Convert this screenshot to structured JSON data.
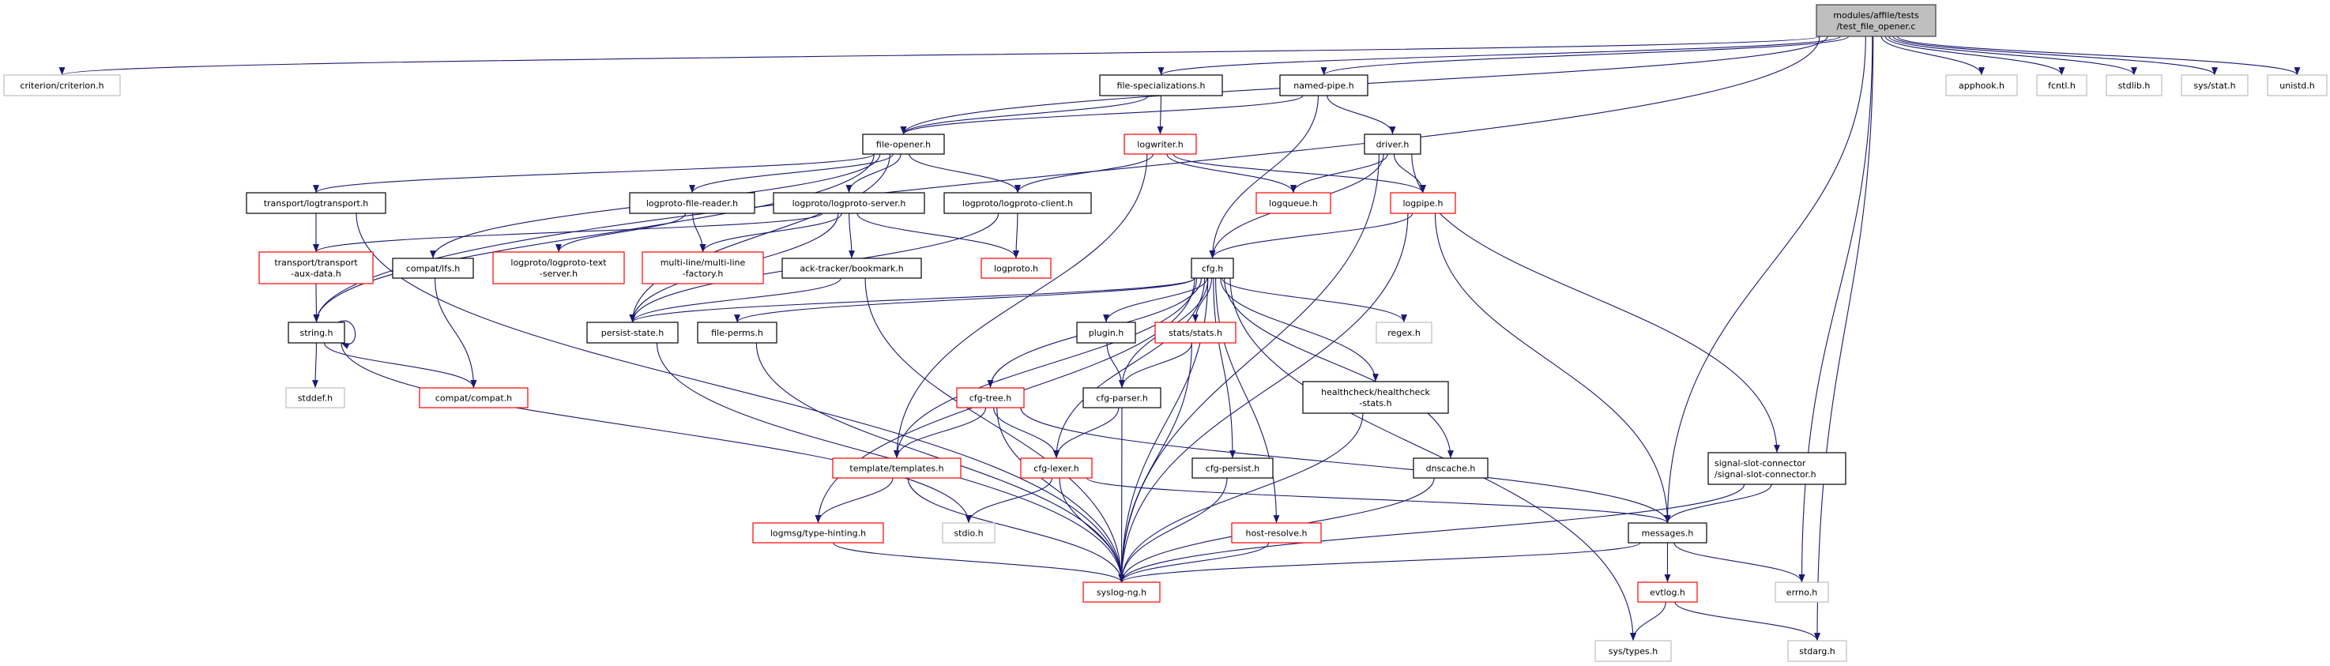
{
  "title": "modules/affile/tests/test_file_opener.c",
  "colors": {
    "edge": "#191970",
    "documented_border": "#000000",
    "red_border": "#ff0000",
    "external_border": "#bfbfbf",
    "root_fill": "#bfbfbf"
  },
  "nodes": [
    {
      "id": "root",
      "label": [
        "modules/affile/tests",
        "/test_file_opener.c"
      ],
      "style": "root"
    },
    {
      "id": "criterion",
      "label": [
        "criterion/criterion.h"
      ],
      "style": "external"
    },
    {
      "id": "fspec",
      "label": [
        "file-specializations.h"
      ],
      "style": "documented"
    },
    {
      "id": "npipe",
      "label": [
        "named-pipe.h"
      ],
      "style": "documented"
    },
    {
      "id": "apphook",
      "label": [
        "apphook.h"
      ],
      "style": "external"
    },
    {
      "id": "fcntl",
      "label": [
        "fcntl.h"
      ],
      "style": "external"
    },
    {
      "id": "stdlib",
      "label": [
        "stdlib.h"
      ],
      "style": "external"
    },
    {
      "id": "sysstat",
      "label": [
        "sys/stat.h"
      ],
      "style": "external"
    },
    {
      "id": "unistd",
      "label": [
        "unistd.h"
      ],
      "style": "external"
    },
    {
      "id": "fopener",
      "label": [
        "file-opener.h"
      ],
      "style": "documented"
    },
    {
      "id": "logwriter",
      "label": [
        "logwriter.h"
      ],
      "style": "red"
    },
    {
      "id": "driver",
      "label": [
        "driver.h"
      ],
      "style": "documented"
    },
    {
      "id": "logtransport",
      "label": [
        "transport/logtransport.h"
      ],
      "style": "documented"
    },
    {
      "id": "lpfr",
      "label": [
        "logproto-file-reader.h"
      ],
      "style": "documented"
    },
    {
      "id": "lpserver",
      "label": [
        "logproto/logproto-server.h"
      ],
      "style": "documented"
    },
    {
      "id": "lpclient",
      "label": [
        "logproto/logproto-client.h"
      ],
      "style": "documented"
    },
    {
      "id": "logqueue",
      "label": [
        "logqueue.h"
      ],
      "style": "red"
    },
    {
      "id": "logpipe",
      "label": [
        "logpipe.h"
      ],
      "style": "red"
    },
    {
      "id": "auxdata",
      "label": [
        "transport/transport",
        "-aux-data.h"
      ],
      "style": "red"
    },
    {
      "id": "lfs",
      "label": [
        "compat/lfs.h"
      ],
      "style": "documented"
    },
    {
      "id": "textserver",
      "label": [
        "logproto/logproto-text",
        "-server.h"
      ],
      "style": "red"
    },
    {
      "id": "multiline",
      "label": [
        "multi-line/multi-line",
        "-factory.h"
      ],
      "style": "red"
    },
    {
      "id": "bookmark",
      "label": [
        "ack-tracker/bookmark.h"
      ],
      "style": "documented"
    },
    {
      "id": "logproto",
      "label": [
        "logproto.h"
      ],
      "style": "red"
    },
    {
      "id": "cfg",
      "label": [
        "cfg.h"
      ],
      "style": "documented"
    },
    {
      "id": "string",
      "label": [
        "string.h"
      ],
      "style": "documented"
    },
    {
      "id": "persist",
      "label": [
        "persist-state.h"
      ],
      "style": "documented"
    },
    {
      "id": "fileperms",
      "label": [
        "file-perms.h"
      ],
      "style": "documented"
    },
    {
      "id": "plugin",
      "label": [
        "plugin.h"
      ],
      "style": "documented"
    },
    {
      "id": "stats",
      "label": [
        "stats/stats.h"
      ],
      "style": "red"
    },
    {
      "id": "regex",
      "label": [
        "regex.h"
      ],
      "style": "external"
    },
    {
      "id": "stddef",
      "label": [
        "stddef.h"
      ],
      "style": "external"
    },
    {
      "id": "compat",
      "label": [
        "compat/compat.h"
      ],
      "style": "red"
    },
    {
      "id": "cfgtree",
      "label": [
        "cfg-tree.h"
      ],
      "style": "red"
    },
    {
      "id": "cfgparser",
      "label": [
        "cfg-parser.h"
      ],
      "style": "documented"
    },
    {
      "id": "health",
      "label": [
        "healthcheck/healthcheck",
        "-stats.h"
      ],
      "style": "documented"
    },
    {
      "id": "templates",
      "label": [
        "template/templates.h"
      ],
      "style": "red"
    },
    {
      "id": "cfglexer",
      "label": [
        "cfg-lexer.h"
      ],
      "style": "red"
    },
    {
      "id": "cfgpersist",
      "label": [
        "cfg-persist.h"
      ],
      "style": "documented"
    },
    {
      "id": "dnscache",
      "label": [
        "dnscache.h"
      ],
      "style": "documented"
    },
    {
      "id": "signal",
      "label": [
        "signal-slot-connector",
        "/signal-slot-connector.h"
      ],
      "style": "documented"
    },
    {
      "id": "typehint",
      "label": [
        "logmsg/type-hinting.h"
      ],
      "style": "red"
    },
    {
      "id": "stdio",
      "label": [
        "stdio.h"
      ],
      "style": "external"
    },
    {
      "id": "hostres",
      "label": [
        "host-resolve.h"
      ],
      "style": "red"
    },
    {
      "id": "messages",
      "label": [
        "messages.h"
      ],
      "style": "documented"
    },
    {
      "id": "syslogng",
      "label": [
        "syslog-ng.h"
      ],
      "style": "red"
    },
    {
      "id": "evtlog",
      "label": [
        "evtlog.h"
      ],
      "style": "red"
    },
    {
      "id": "errno",
      "label": [
        "errno.h"
      ],
      "style": "external"
    },
    {
      "id": "systypes",
      "label": [
        "sys/types.h"
      ],
      "style": "external"
    },
    {
      "id": "stdarg",
      "label": [
        "stdarg.h"
      ],
      "style": "external"
    }
  ],
  "edges": [
    [
      "root",
      "criterion"
    ],
    [
      "root",
      "string"
    ],
    [
      "root",
      "fopener"
    ],
    [
      "root",
      "fspec"
    ],
    [
      "root",
      "npipe"
    ],
    [
      "root",
      "messages"
    ],
    [
      "root",
      "apphook"
    ],
    [
      "root",
      "fcntl"
    ],
    [
      "root",
      "stdlib"
    ],
    [
      "root",
      "sysstat"
    ],
    [
      "root",
      "unistd"
    ],
    [
      "root",
      "errno"
    ],
    [
      "root",
      "stdarg"
    ],
    [
      "fspec",
      "fopener"
    ],
    [
      "fspec",
      "logwriter"
    ],
    [
      "npipe",
      "fopener"
    ],
    [
      "npipe",
      "driver"
    ],
    [
      "npipe",
      "cfg"
    ],
    [
      "fopener",
      "logtransport"
    ],
    [
      "fopener",
      "lpfr"
    ],
    [
      "fopener",
      "lpserver"
    ],
    [
      "fopener",
      "lpclient"
    ],
    [
      "fopener",
      "string"
    ],
    [
      "fopener",
      "lfs"
    ],
    [
      "fopener",
      "persist"
    ],
    [
      "logtransport",
      "auxdata"
    ],
    [
      "logtransport",
      "syslogng"
    ],
    [
      "lpfr",
      "textserver"
    ],
    [
      "lpfr",
      "multiline"
    ],
    [
      "lpserver",
      "auxdata"
    ],
    [
      "lpserver",
      "multiline"
    ],
    [
      "lpserver",
      "bookmark"
    ],
    [
      "lpserver",
      "logproto"
    ],
    [
      "lpserver",
      "persist"
    ],
    [
      "lpclient",
      "logproto"
    ],
    [
      "lpclient",
      "persist"
    ],
    [
      "logwriter",
      "lpclient"
    ],
    [
      "logwriter",
      "logqueue"
    ],
    [
      "logwriter",
      "logpipe"
    ],
    [
      "logwriter",
      "templates"
    ],
    [
      "driver",
      "logqueue"
    ],
    [
      "driver",
      "logpipe"
    ],
    [
      "driver",
      "cfg"
    ],
    [
      "driver",
      "signal"
    ],
    [
      "driver",
      "syslogng"
    ],
    [
      "logpipe",
      "cfg"
    ],
    [
      "logpipe",
      "messages"
    ],
    [
      "logpipe",
      "syslogng"
    ],
    [
      "auxdata",
      "string"
    ],
    [
      "lfs",
      "compat"
    ],
    [
      "bookmark",
      "persist"
    ],
    [
      "bookmark",
      "syslogng"
    ],
    [
      "string",
      "string"
    ],
    [
      "string",
      "stddef"
    ],
    [
      "string",
      "compat"
    ],
    [
      "string",
      "stdio"
    ],
    [
      "cfg",
      "persist"
    ],
    [
      "cfg",
      "fileperms"
    ],
    [
      "cfg",
      "plugin"
    ],
    [
      "cfg",
      "stats"
    ],
    [
      "cfg",
      "cfgtree"
    ],
    [
      "cfg",
      "cfgparser"
    ],
    [
      "cfg",
      "cfglexer"
    ],
    [
      "cfg",
      "templates"
    ],
    [
      "cfg",
      "typehint"
    ],
    [
      "cfg",
      "regex"
    ],
    [
      "cfg",
      "health"
    ],
    [
      "cfg",
      "cfgpersist"
    ],
    [
      "cfg",
      "hostres"
    ],
    [
      "cfg",
      "dnscache"
    ],
    [
      "cfg",
      "systypes"
    ],
    [
      "cfg",
      "syslogng"
    ],
    [
      "persist",
      "syslogng"
    ],
    [
      "fileperms",
      "syslogng"
    ],
    [
      "plugin",
      "cfgparser"
    ],
    [
      "stats",
      "cfgparser"
    ],
    [
      "stats",
      "syslogng"
    ],
    [
      "cfgtree",
      "templates"
    ],
    [
      "cfgtree",
      "cfglexer"
    ],
    [
      "cfgtree",
      "messages"
    ],
    [
      "cfgtree",
      "syslogng"
    ],
    [
      "cfgparser",
      "cfglexer"
    ],
    [
      "cfgparser",
      "syslogng"
    ],
    [
      "health",
      "syslogng"
    ],
    [
      "templates",
      "typehint"
    ],
    [
      "templates",
      "syslogng"
    ],
    [
      "cfglexer",
      "stdio"
    ],
    [
      "cfglexer",
      "syslogng"
    ],
    [
      "cfglexer",
      "messages"
    ],
    [
      "cfgpersist",
      "syslogng"
    ],
    [
      "dnscache",
      "syslogng"
    ],
    [
      "hostres",
      "syslogng"
    ],
    [
      "typehint",
      "syslogng"
    ],
    [
      "signal",
      "messages"
    ],
    [
      "signal",
      "syslogng"
    ],
    [
      "messages",
      "syslogng"
    ],
    [
      "messages",
      "evtlog"
    ],
    [
      "messages",
      "errno"
    ],
    [
      "evtlog",
      "systypes"
    ],
    [
      "evtlog",
      "stdarg"
    ]
  ]
}
